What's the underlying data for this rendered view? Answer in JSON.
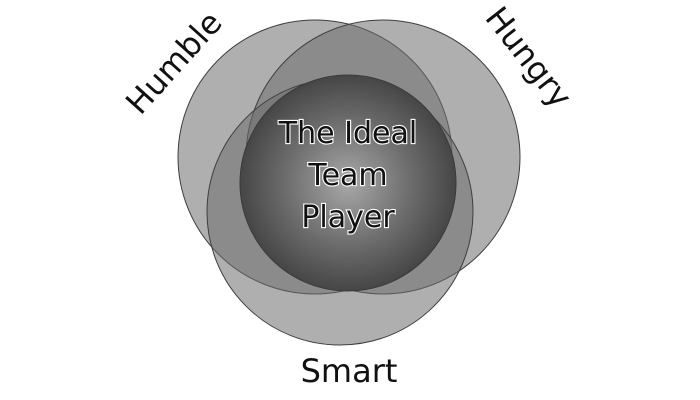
{
  "diagram": {
    "circles": [
      {
        "name": "Humble",
        "color": "#8c8c8c"
      },
      {
        "name": "Hungry",
        "color": "#8c8c8c"
      },
      {
        "name": "Smart",
        "color": "#8c8c8c"
      }
    ],
    "labels": {
      "humble": "Humble",
      "hungry": "Hungry",
      "smart": "Smart"
    },
    "center": {
      "line1": "The Ideal",
      "line2": "Team",
      "line3": "Player"
    }
  }
}
